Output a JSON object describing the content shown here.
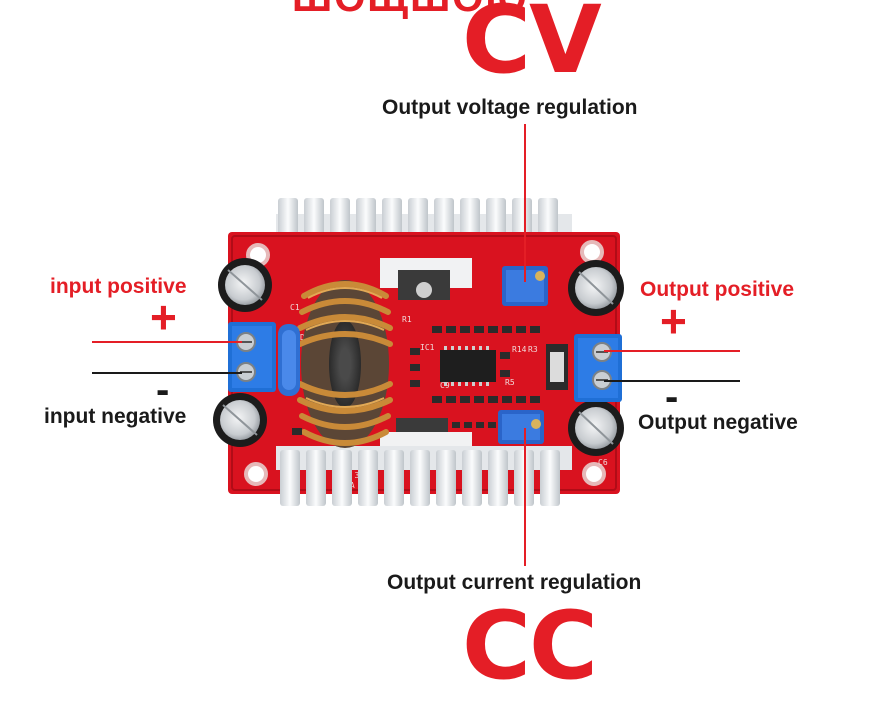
{
  "title_partial": "ШОЩШОЮ",
  "cv": {
    "heading": "CV",
    "description": "Output voltage regulation"
  },
  "cc": {
    "heading": "CC",
    "description": "Output current regulation"
  },
  "input": {
    "positive_label": "input positive",
    "positive_symbol": "+",
    "negative_label": "input negative",
    "negative_symbol": "-"
  },
  "output": {
    "positive_label": "Output positive",
    "positive_symbol": "+",
    "negative_label": "Output negative",
    "negative_symbol": "-"
  },
  "colors": {
    "accent": "#e41e26",
    "pcb": "#d9121f",
    "heatsink": "#eceff1",
    "terminal": "#1f6fd6",
    "text": "#1a1a1a"
  }
}
